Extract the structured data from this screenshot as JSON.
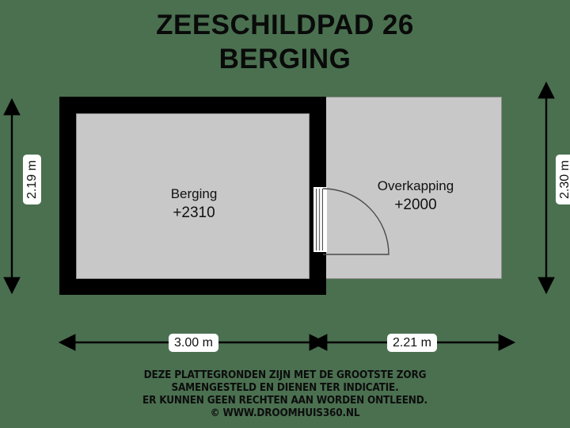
{
  "page": {
    "background_color": "#4a7050",
    "title_line1": "ZEESCHILDPAD 26",
    "title_line2": "BERGING"
  },
  "plan": {
    "wall_color": "#000000",
    "floor_color": "#c8c8c8",
    "rooms": [
      {
        "id": "berging",
        "name": "Berging",
        "level": "+2310",
        "enclosed": true
      },
      {
        "id": "overkapping",
        "name": "Overkapping",
        "level": "+2000",
        "enclosed": false
      }
    ],
    "door": {
      "name": "swing-door",
      "swing": "right"
    }
  },
  "dimensions": {
    "bottom_left": "3.00 m",
    "bottom_right": "2.21 m",
    "left": "2.19 m",
    "right": "2.30 m"
  },
  "disclaimer": {
    "line1": "DEZE PLATTEGRONDEN ZIJN MET DE GROOTSTE ZORG",
    "line2": "SAMENGESTELD EN DIENEN TER INDICATIE.",
    "line3": "ER KUNNEN GEEN RECHTEN AAN WORDEN ONTLEEND.",
    "line4": "© WWW.DROOMHUIS360.NL"
  }
}
